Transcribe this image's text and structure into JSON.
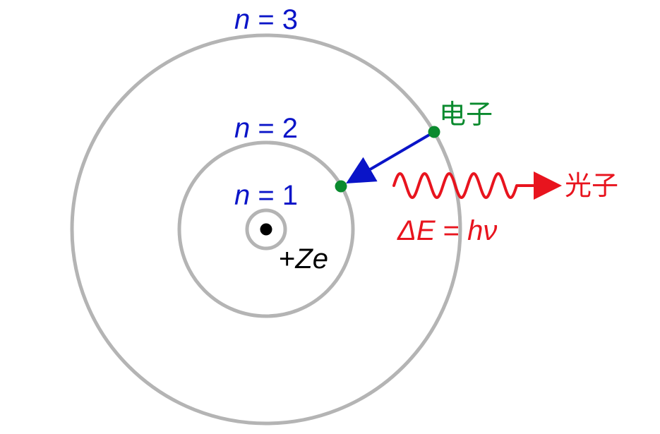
{
  "colors": {
    "orbit": "#b4b4b4",
    "nucleus": "#000000",
    "electron": "#0a8a2e",
    "transition_arrow": "#0a14c8",
    "photon": "#e8141e",
    "orbit_label": "#0a14c8"
  },
  "orbits": [
    {
      "n_var": "n",
      "eq": " = 1"
    },
    {
      "n_var": "n",
      "eq": " = 2"
    },
    {
      "n_var": "n",
      "eq": " = 3"
    }
  ],
  "nucleus": {
    "plus": "+",
    "charge": "Ze"
  },
  "electron": {
    "label": "电子"
  },
  "photon": {
    "label": "光子",
    "energy": {
      "delta_e": "ΔE",
      "eq": " = ",
      "h": "h",
      "nu": "ν"
    }
  }
}
